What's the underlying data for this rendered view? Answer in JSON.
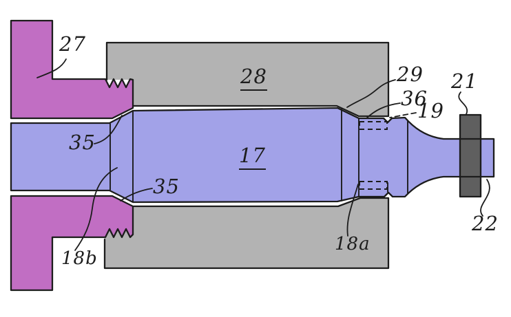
{
  "figure": {
    "title": "Cross-section diagram of cartridge case within chambering die",
    "labels": {
      "27": "27",
      "28": "28",
      "17": "17",
      "35_top": "35",
      "35_bottom": "35",
      "29": "29",
      "36": "36",
      "19": "19",
      "21": "21",
      "22": "22",
      "18a": "18a",
      "18b": "18b"
    },
    "colors": {
      "die": "#b3b3b3",
      "case": "#a2a2e8",
      "bushing": "#c16ec3",
      "flange": "#5f5f5f",
      "ink": "#1c1c1c"
    }
  }
}
